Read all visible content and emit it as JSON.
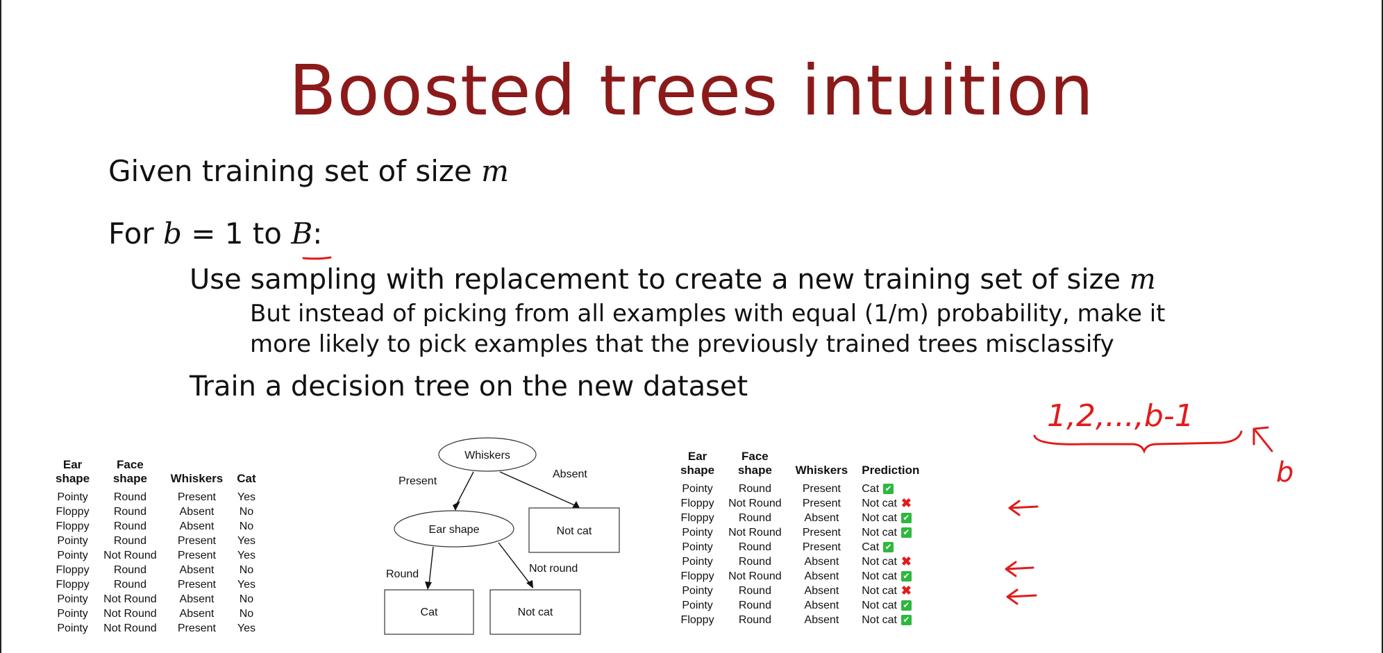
{
  "slide": {
    "title": "Boosted trees intuition",
    "line1_text": "Given training set of size ",
    "line1_var": "m",
    "line2_for": "For ",
    "line2_b": "b",
    "line2_eq": " = 1 to ",
    "line2_B": "B",
    "line2_colon": ":",
    "line3_text": "Use sampling with replacement to create a new training set of size ",
    "line3_var": "m",
    "line4_text": "But instead of picking from all examples with equal (1/m) probability, make it",
    "line5_text": "more likely to pick examples that the previously trained trees misclassify",
    "line6_text": "Train a decision tree on the new dataset"
  },
  "table1": {
    "headers": [
      "Ear\nshape",
      "Face\nshape",
      "Whiskers",
      "Cat"
    ],
    "rows": [
      [
        "Pointy",
        "Round",
        "Present",
        "Yes"
      ],
      [
        "Floppy",
        "Round",
        "Absent",
        "No"
      ],
      [
        "Floppy",
        "Round",
        "Absent",
        "No"
      ],
      [
        "Pointy",
        "Round",
        "Present",
        "Yes"
      ],
      [
        "Pointy",
        "Not Round",
        "Present",
        "Yes"
      ],
      [
        "Floppy",
        "Round",
        "Absent",
        "No"
      ],
      [
        "Floppy",
        "Round",
        "Present",
        "Yes"
      ],
      [
        "Pointy",
        "Not Round",
        "Absent",
        "No"
      ],
      [
        "Pointy",
        "Not Round",
        "Absent",
        "No"
      ],
      [
        "Pointy",
        "Not Round",
        "Present",
        "Yes"
      ]
    ]
  },
  "tree": {
    "root": "Whiskers",
    "edge_left": "Present",
    "edge_right": "Absent",
    "mid_node": "Ear shape",
    "leaf_right_top": "Not cat",
    "edge_round": "Round",
    "edge_not_round": "Not round",
    "leaf_cat": "Cat",
    "leaf_not_cat": "Not cat"
  },
  "table2": {
    "headers": [
      "Ear\nshape",
      "Face\nshape",
      "Whiskers",
      "Prediction"
    ],
    "rows": [
      [
        "Pointy",
        "Round",
        "Present",
        "Cat",
        "correct"
      ],
      [
        "Floppy",
        "Not Round",
        "Present",
        "Not cat",
        "wrong"
      ],
      [
        "Floppy",
        "Round",
        "Absent",
        "Not cat",
        "correct"
      ],
      [
        "Pointy",
        "Not Round",
        "Present",
        "Not cat",
        "correct"
      ],
      [
        "Pointy",
        "Round",
        "Present",
        "Cat",
        "correct"
      ],
      [
        "Pointy",
        "Round",
        "Absent",
        "Not cat",
        "wrong"
      ],
      [
        "Floppy",
        "Not Round",
        "Absent",
        "Not cat",
        "correct"
      ],
      [
        "Pointy",
        "Round",
        "Absent",
        "Not cat",
        "wrong"
      ],
      [
        "Pointy",
        "Round",
        "Absent",
        "Not cat",
        "correct"
      ],
      [
        "Floppy",
        "Round",
        "Absent",
        "Not cat",
        "correct"
      ]
    ]
  },
  "annotation": {
    "range_text": "1,2,...,b-1",
    "b_text": "b"
  },
  "colors": {
    "title": "#8b1a1a",
    "ink": "#e21b1b",
    "check": "#2db83d"
  }
}
